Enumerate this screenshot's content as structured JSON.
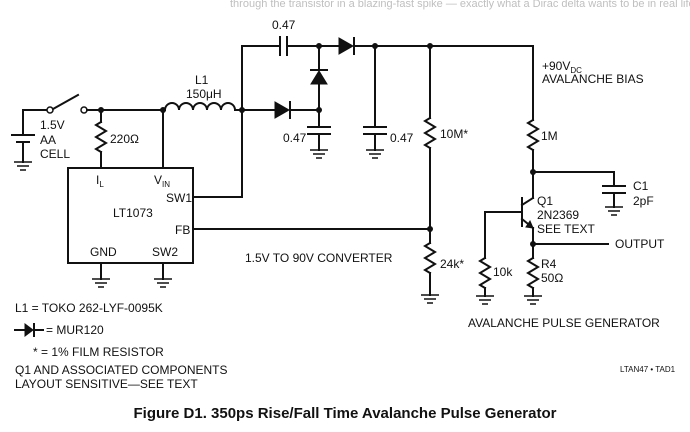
{
  "header": {
    "cut_text": "through the transistor in a blazing-fast spike — exactly what a Dirac delta wants to be in real life."
  },
  "components": {
    "battery": {
      "voltage": "1.5V",
      "line1": "AA",
      "line2": "CELL"
    },
    "r_220": "220Ω",
    "inductor": {
      "ref": "L1",
      "value": "150μH"
    },
    "cap_top": "0.47",
    "cap_left": "0.47",
    "cap_right": "0.47",
    "r_10m": "10M*",
    "r_24k": "24k*",
    "r_1m": "1M",
    "r_10k": "10k",
    "r4": {
      "ref": "R4",
      "value": "50Ω"
    },
    "c1": {
      "ref": "C1",
      "value": "2pF"
    },
    "q1": {
      "ref": "Q1",
      "part": "2N2369",
      "note": "SEE TEXT"
    },
    "ic": {
      "name": "LT1073",
      "pin_il": "I",
      "pin_il_sub": "L",
      "pin_vin": "V",
      "pin_vin_sub": "IN",
      "pin_sw1": "SW1",
      "pin_fb": "FB",
      "pin_gnd": "GND",
      "pin_sw2": "SW2"
    }
  },
  "labels": {
    "bias_main": "+90V",
    "bias_sub": "DC",
    "bias_line2": "AVALANCHE BIAS",
    "converter": "1.5V TO 90V CONVERTER",
    "output": "OUTPUT",
    "pulse_gen": "AVALANCHE PULSE GENERATOR",
    "tag": "LTAN47 • TAD1"
  },
  "legend": {
    "l1_note": "L1   = TOKO 262-LYF-0095K",
    "diode_note": "= MUR120",
    "star_note": "*  = 1% FILM RESISTOR",
    "q1_line1": "Q1 AND ASSOCIATED COMPONENTS",
    "q1_line2": "LAYOUT SENSITIVE—SEE TEXT"
  },
  "caption": "Figure D1. 350ps Rise/Fall Time Avalanche Pulse Generator"
}
